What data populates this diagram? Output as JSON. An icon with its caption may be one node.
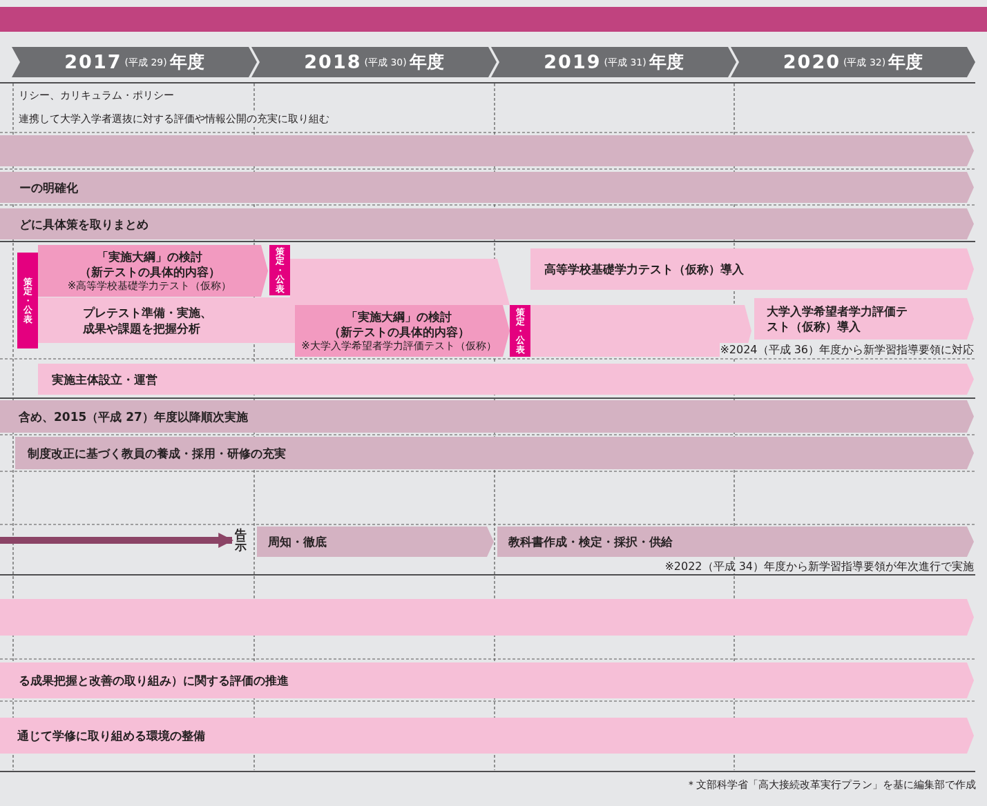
{
  "diagram": {
    "nodes": [
      {
        "text": [
          "2017",
          "(平成 29)",
          "年度"
        ]
      },
      {
        "text": [
          "2018",
          "(平成 30)",
          "年度"
        ]
      },
      {
        "text": [
          "2019",
          "(平成 31)",
          "年度"
        ]
      },
      {
        "text": [
          "2020",
          "(平成 32)",
          "年度"
        ]
      },
      {
        "text": [],
        "shape": "bar"
      },
      {
        "text": [
          "ーの明確化"
        ]
      },
      {
        "text": [
          "どに具体策を取りまとめ"
        ]
      },
      {
        "text": [
          "策定・公表"
        ]
      },
      {
        "text": [
          "「実施大綱」の検討",
          "（新テストの具体的内容）",
          "※高等学校基礎学力テスト（仮称）"
        ]
      },
      {
        "text": [
          "策定・公表"
        ]
      },
      {
        "text": [
          "プレテスト準備・実施、成果や課題を把握分析"
        ]
      },
      {
        "text": [
          "「実施大綱」の検討",
          "（新テストの具体的内容）",
          "※大学入学希望者学力評価テスト（仮称）"
        ]
      },
      {
        "text": [
          "策定・公表"
        ]
      },
      {
        "text": [],
        "shape": "bar"
      },
      {
        "text": [
          "高等学校基礎学力テスト（仮称）導入"
        ]
      },
      {
        "text": [
          "大学入学希望者学力評価テスト（仮称）導入"
        ]
      },
      {
        "text": [
          "実施主体設立・運営"
        ]
      },
      {
        "text": [
          "含め、2015（平成 27）年度以降順次実施"
        ]
      },
      {
        "text": [
          "制度改正に基づく教員の養成・採用・研修の充実"
        ]
      },
      {
        "text": [
          "告示"
        ]
      },
      {
        "text": [
          "周知・徹底"
        ]
      },
      {
        "text": [
          "教科書作成・検定・採択・供給"
        ]
      },
      {
        "text": [],
        "shape": "bar"
      },
      {
        "text": [
          "る成果把握と改善の取り組み）に関する評価の推進"
        ]
      },
      {
        "text": [
          "通じて学修に取り組める環境の整備"
        ]
      }
    ],
    "edges": [
      {
        "from": null,
        "to": 19,
        "arrow": "to"
      }
    ],
    "labels": [
      "リシー、カリキュラム・ポリシー",
      "連携して大学入学者選抜に対する評価や情報公開の充実に取り組む",
      "※2024（平成 36）年度から新学習指導要領に対応",
      "※2022（平成 34）年度から新学習指導要領が年次進行で実施",
      "＊文部科学省「高大接続改革実行プラン」を基に編集部で作成"
    ]
  }
}
